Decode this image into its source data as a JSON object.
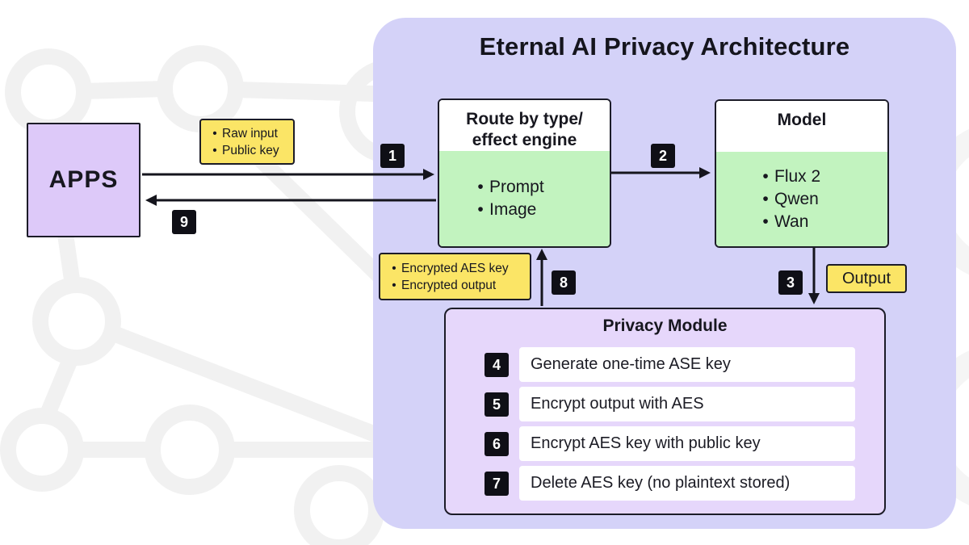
{
  "title": "Eternal AI Privacy Architecture",
  "colors": {
    "panel_fill": "#d4d2f8",
    "apps_fill": "#ddc9f9",
    "module_fill": "#e6d7fb",
    "green_fill": "#c2f3bf",
    "yellow_fill": "#fbe566",
    "badge_bg": "#0f0f16",
    "line": "#15151d"
  },
  "apps": {
    "label": "APPS"
  },
  "router": {
    "title_line1": "Route by type/",
    "title_line2": "effect engine",
    "items": [
      "Prompt",
      "Image"
    ]
  },
  "model": {
    "title": "Model",
    "items": [
      "Flux 2",
      "Qwen",
      "Wan"
    ]
  },
  "flow_notes": {
    "request": {
      "items": [
        "Raw input",
        "Public key"
      ]
    },
    "response": {
      "items": [
        "Encrypted AES key",
        "Encrypted output"
      ]
    },
    "output_label": "Output"
  },
  "privacy_module": {
    "title": "Privacy Module",
    "steps": [
      {
        "num": "4",
        "label": "Generate one-time ASE key"
      },
      {
        "num": "5",
        "label": "Encrypt output with AES"
      },
      {
        "num": "6",
        "label": "Encrypt AES key with public key"
      },
      {
        "num": "7",
        "label": "Delete AES key (no plaintext stored)"
      }
    ]
  },
  "step_badges": {
    "s1": "1",
    "s2": "2",
    "s3": "3",
    "s8": "8",
    "s9": "9"
  }
}
